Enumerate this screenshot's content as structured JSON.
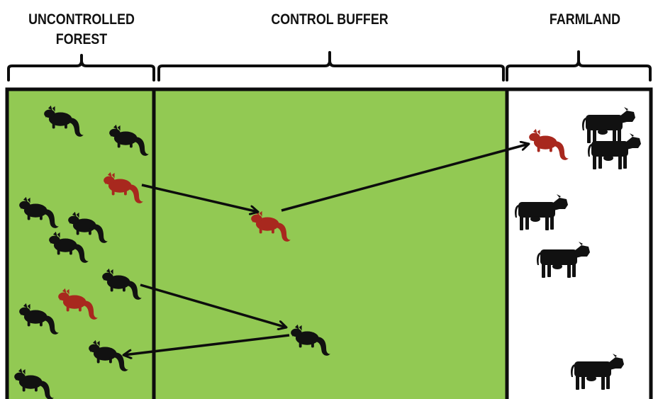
{
  "labels": {
    "forest_line1": "UNCONTROLLED",
    "forest_line2": "FOREST",
    "buffer": "CONTROL BUFFER",
    "farmland": "FARMLAND"
  },
  "colors": {
    "field_green": "#92C953",
    "possum_black": "#111111",
    "possum_infected": "#A8281E",
    "outline": "#0d0d0d",
    "farmland_bg": "#ffffff",
    "cow": "#111111"
  },
  "icons": {
    "animal": "possum-icon",
    "livestock": "cow-icon",
    "movement": "arrow-icon"
  }
}
